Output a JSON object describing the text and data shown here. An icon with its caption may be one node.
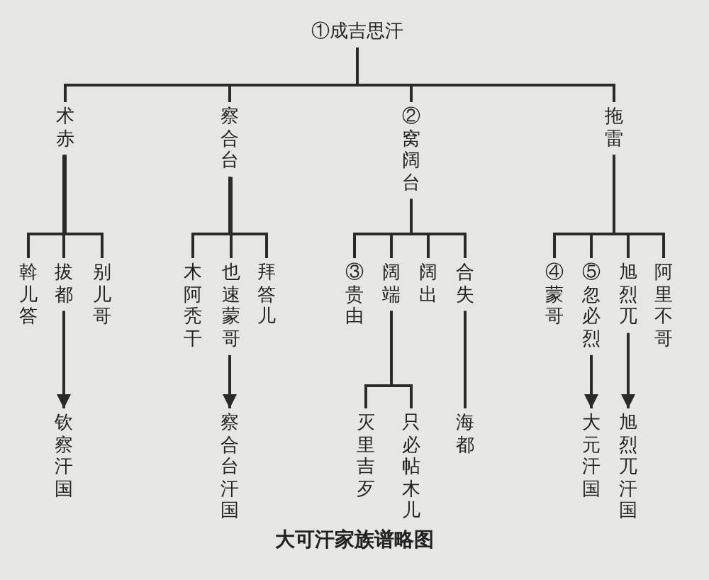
{
  "diagram": {
    "caption": "大可汗家族谱略图",
    "nodes": [
      {
        "text": [
          "①成吉思汗"
        ]
      },
      {
        "text": [
          "术赤"
        ]
      },
      {
        "text": [
          "察合台"
        ]
      },
      {
        "text": [
          "②窝阔台"
        ]
      },
      {
        "text": [
          "拖雷"
        ]
      },
      {
        "text": [
          "斡儿答"
        ]
      },
      {
        "text": [
          "拔都"
        ]
      },
      {
        "text": [
          "别儿哥"
        ]
      },
      {
        "text": [
          "木阿秃干"
        ]
      },
      {
        "text": [
          "也速蒙哥"
        ]
      },
      {
        "text": [
          "拜答儿"
        ]
      },
      {
        "text": [
          "③贵由"
        ]
      },
      {
        "text": [
          "阔端"
        ]
      },
      {
        "text": [
          "阔出"
        ]
      },
      {
        "text": [
          "合失"
        ]
      },
      {
        "text": [
          "④蒙哥"
        ]
      },
      {
        "text": [
          "⑤忽必烈"
        ]
      },
      {
        "text": [
          "旭烈兀"
        ]
      },
      {
        "text": [
          "阿里不哥"
        ]
      },
      {
        "text": [
          "钦察汗国"
        ]
      },
      {
        "text": [
          "察合台汗国"
        ]
      },
      {
        "text": [
          "灭里吉歹"
        ]
      },
      {
        "text": [
          "只必帖木儿"
        ]
      },
      {
        "text": [
          "海都"
        ]
      },
      {
        "text": [
          "大元汗国"
        ]
      },
      {
        "text": [
          "旭烈兀汗国"
        ]
      }
    ],
    "edges": [
      {
        "from": 0,
        "to": 1,
        "arrow": "none"
      },
      {
        "from": 0,
        "to": 2,
        "arrow": "none"
      },
      {
        "from": 0,
        "to": 3,
        "arrow": "none"
      },
      {
        "from": 0,
        "to": 4,
        "arrow": "none"
      },
      {
        "from": 1,
        "to": 5,
        "arrow": "none"
      },
      {
        "from": 1,
        "to": 6,
        "arrow": "none"
      },
      {
        "from": 1,
        "to": 7,
        "arrow": "none"
      },
      {
        "from": 2,
        "to": 8,
        "arrow": "none"
      },
      {
        "from": 2,
        "to": 9,
        "arrow": "none"
      },
      {
        "from": 2,
        "to": 10,
        "arrow": "none"
      },
      {
        "from": 3,
        "to": 11,
        "arrow": "none"
      },
      {
        "from": 3,
        "to": 12,
        "arrow": "none"
      },
      {
        "from": 3,
        "to": 13,
        "arrow": "none"
      },
      {
        "from": 3,
        "to": 14,
        "arrow": "none"
      },
      {
        "from": 4,
        "to": 15,
        "arrow": "none"
      },
      {
        "from": 4,
        "to": 16,
        "arrow": "none"
      },
      {
        "from": 4,
        "to": 17,
        "arrow": "none"
      },
      {
        "from": 4,
        "to": 18,
        "arrow": "none"
      },
      {
        "from": 6,
        "to": 19,
        "arrow": "to"
      },
      {
        "from": 9,
        "to": 20,
        "arrow": "to"
      },
      {
        "from": 12,
        "to": 21,
        "arrow": "none"
      },
      {
        "from": 12,
        "to": 22,
        "arrow": "none"
      },
      {
        "from": 14,
        "to": 23,
        "arrow": "none"
      },
      {
        "from": 16,
        "to": 24,
        "arrow": "to"
      },
      {
        "from": 17,
        "to": 25,
        "arrow": "to"
      }
    ]
  }
}
